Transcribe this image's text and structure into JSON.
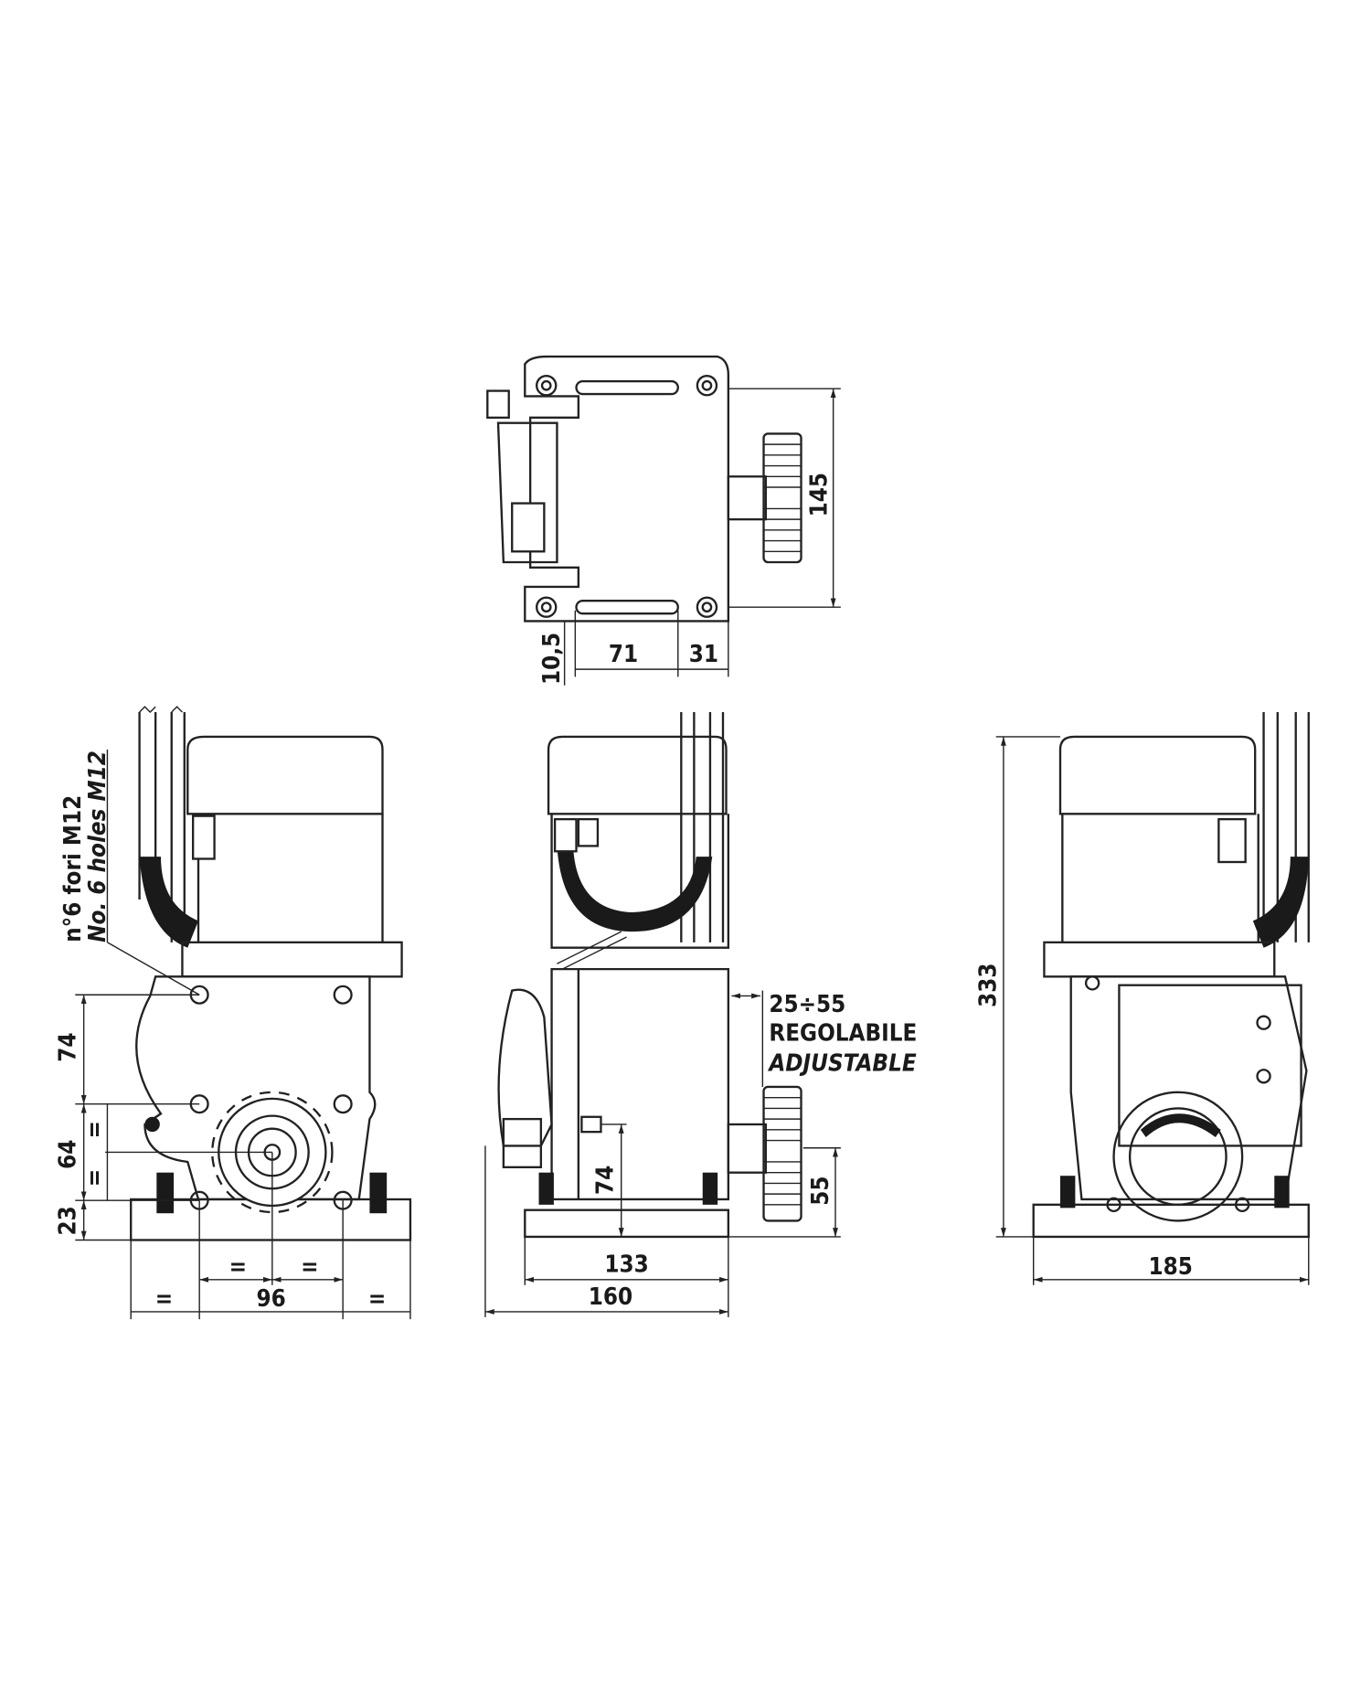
{
  "top_view": {
    "dim_height": "145",
    "dim_offset": "10,5",
    "dim_slot": "71",
    "dim_edge": "31"
  },
  "left_view": {
    "note_it": "n°6 fori M12",
    "note_en": "No. 6 holes M12",
    "dim_upper": "74",
    "dim_middle": "64",
    "dim_base": "23",
    "equal_sign": "=",
    "dim_width": "96"
  },
  "middle_view": {
    "adjust_range": "25÷55",
    "adjust_it": "REGOLABILE",
    "adjust_en": "ADJUSTABLE",
    "dim_pinion_height": "74",
    "dim_gear_height": "55",
    "dim_base_depth": "133",
    "dim_total_depth": "160"
  },
  "right_view": {
    "dim_total_height": "333",
    "dim_width": "185"
  }
}
